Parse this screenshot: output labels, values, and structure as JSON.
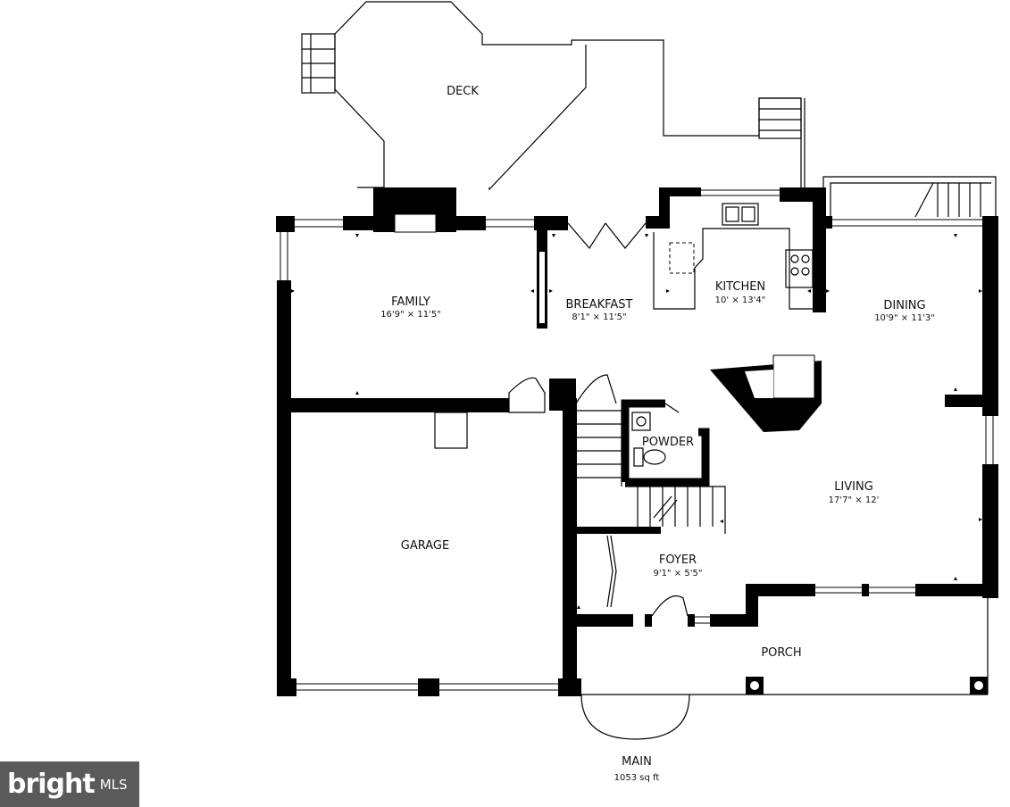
{
  "floor": {
    "name": "MAIN",
    "area": "1053 sq ft"
  },
  "rooms": {
    "deck": {
      "name": "DECK",
      "dims": ""
    },
    "family": {
      "name": "FAMILY",
      "dims": "16'9\" × 11'5\""
    },
    "breakfast": {
      "name": "BREAKFAST",
      "dims": "8'1\" × 11'5\""
    },
    "kitchen": {
      "name": "KITCHEN",
      "dims": "10' × 13'4\""
    },
    "dining": {
      "name": "DINING",
      "dims": "10'9\" × 11'3\""
    },
    "powder": {
      "name": "POWDER",
      "dims": ""
    },
    "living": {
      "name": "LIVING",
      "dims": "17'7\" × 12'"
    },
    "garage": {
      "name": "GARAGE",
      "dims": ""
    },
    "foyer": {
      "name": "FOYER",
      "dims": "9'1\" × 5'5\""
    },
    "porch": {
      "name": "PORCH",
      "dims": ""
    }
  },
  "watermark": {
    "brand": "bright",
    "suffix": "MLS"
  }
}
